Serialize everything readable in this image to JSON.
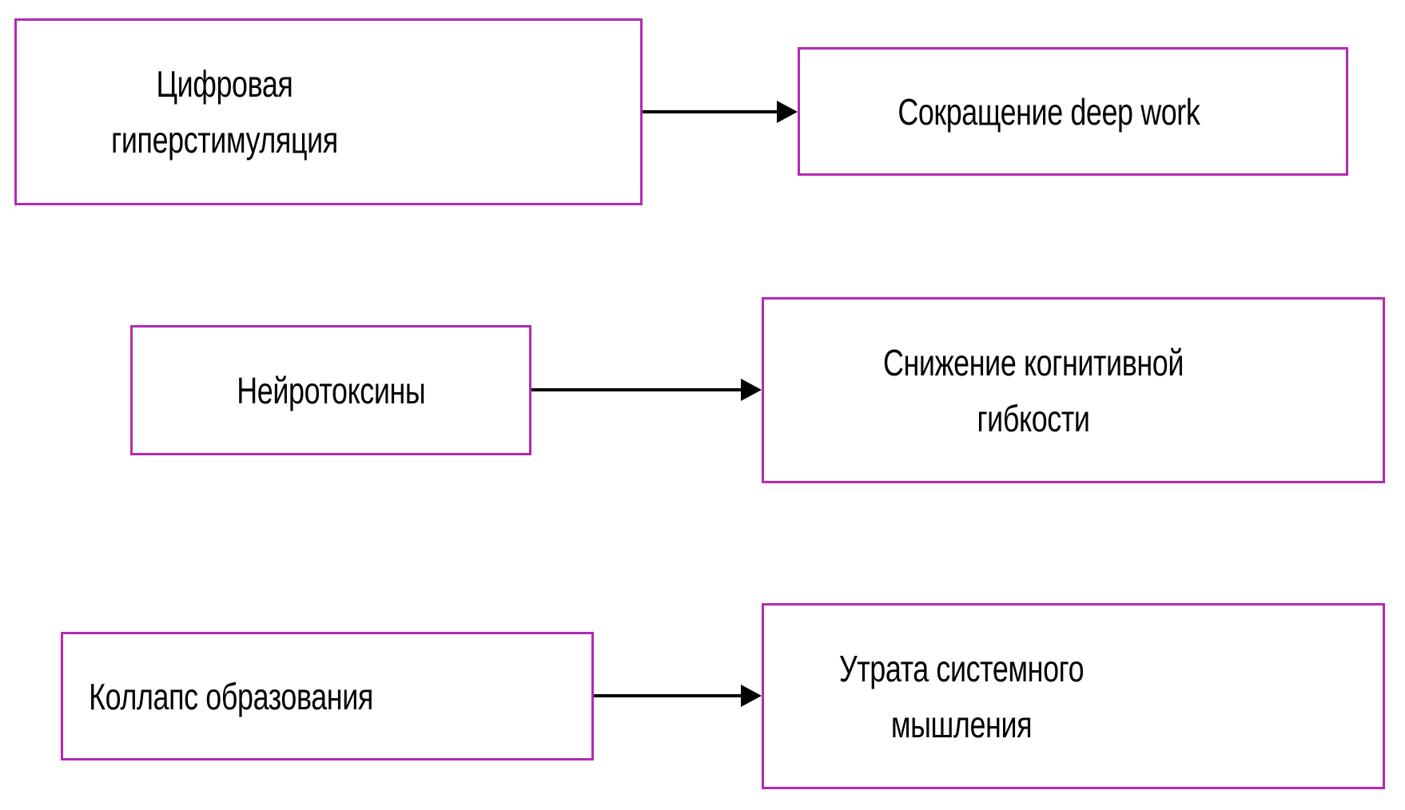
{
  "diagram": {
    "background": "#ffffff",
    "node_fill_color": "#ffffff",
    "node_border_color": "#b32ab3",
    "arrow_color": "#000000",
    "text_color": "#000000",
    "nodes": [
      {
        "label": "Цифровая гиперстимуляция"
      },
      {
        "label": "Сокращение deep work"
      },
      {
        "label": "Нейротоксины"
      },
      {
        "label": "Снижение когнитивной гибкости"
      },
      {
        "label": "Коллапс образования"
      },
      {
        "label": "Утрата системного мышления"
      }
    ],
    "edges": [
      {
        "from": "Цифровая гиперстимуляция",
        "to": "Сокращение deep work"
      },
      {
        "from": "Нейротоксины",
        "to": "Снижение когнитивной гибкости"
      },
      {
        "from": "Коллапс образования",
        "to": "Утрата системного мышления"
      }
    ]
  }
}
